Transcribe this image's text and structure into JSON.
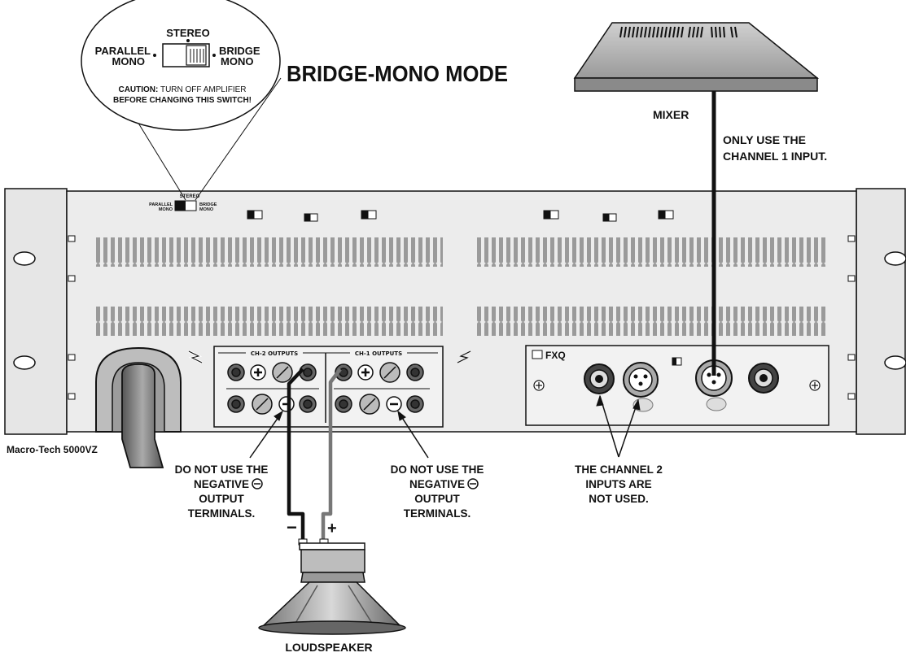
{
  "title": "BRIDGE-MONO MODE",
  "switch_callout": {
    "top": "STEREO",
    "left": [
      "PARALLEL",
      "MONO"
    ],
    "right": [
      "BRIDGE",
      "MONO"
    ],
    "caution_bold": "CAUTION:",
    "caution_rest": " TURN OFF AMPLIFIER",
    "caution_line2": "BEFORE CHANGING THIS SWITCH!"
  },
  "panel_switch": {
    "top": "STEREO",
    "left": [
      "PARALLEL",
      "MONO"
    ],
    "right": [
      "BRIDGE",
      "MONO"
    ]
  },
  "mixer_label": "MIXER",
  "input_note": [
    "ONLY USE THE",
    "CHANNEL 1 INPUT."
  ],
  "model_label": "Macro-Tech 5000VZ",
  "outputs": {
    "ch2": "CH-2 OUTPUTS",
    "ch1": "CH-1 OUTPUTS"
  },
  "module_label": "FXQ",
  "notes": {
    "left": [
      "DO NOT USE THE",
      "NEGATIVE",
      "OUTPUT",
      "TERMINALS."
    ],
    "right": [
      "DO NOT USE THE",
      "NEGATIVE",
      "OUTPUT",
      "TERMINALS."
    ],
    "ch2_inputs": [
      "THE CHANNEL 2",
      "INPUTS ARE",
      "NOT USED."
    ]
  },
  "polarity": {
    "minus": "−",
    "plus": "+"
  },
  "speaker_label": "LOUDSPEAKER",
  "colors": {
    "ink": "#111111",
    "panel": "#e6e6e6",
    "grey_wire": "#777777",
    "black_wire": "#111111"
  }
}
